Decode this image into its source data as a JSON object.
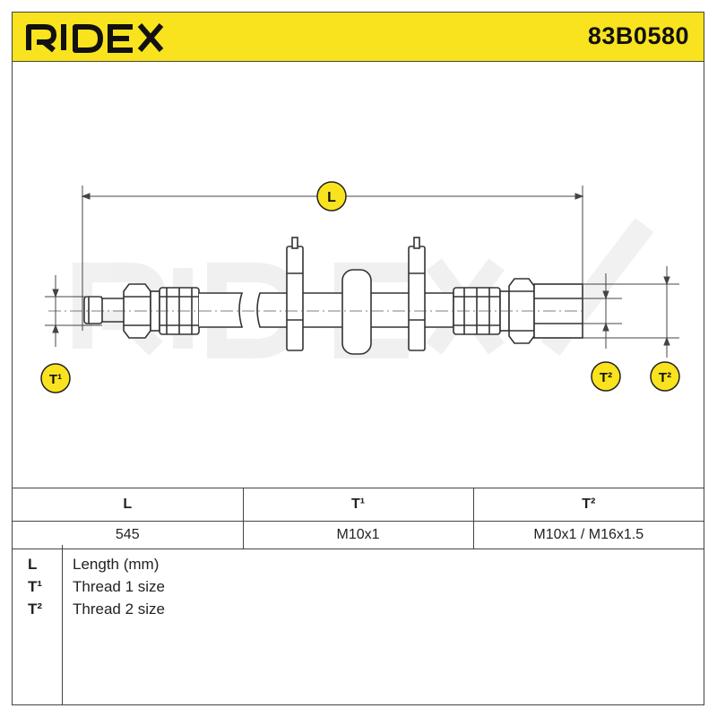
{
  "header": {
    "brand": "RIDEX",
    "part_number": "83B0580",
    "background_color": "#f9e31e"
  },
  "diagram": {
    "badge_color": "#f9e31e",
    "labels": {
      "length": "L",
      "thread1": "T¹",
      "thread2_left": "T²",
      "thread2_right": "T²"
    },
    "watermark": "RIDEX"
  },
  "spec_table": {
    "headers": [
      "L",
      "T¹",
      "T²"
    ],
    "values": [
      "545",
      "M10x1",
      "M10x1 / M16x1.5"
    ]
  },
  "legend": {
    "items": [
      {
        "key": "L",
        "description": "Length (mm)"
      },
      {
        "key": "T¹",
        "description": "Thread 1 size"
      },
      {
        "key": "T²",
        "description": "Thread 2 size"
      }
    ]
  }
}
